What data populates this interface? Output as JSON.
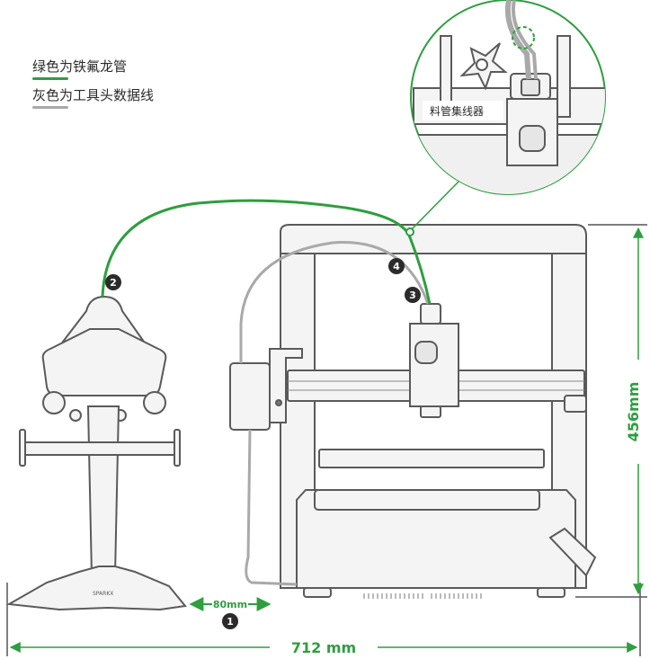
{
  "legend": {
    "items": [
      {
        "label": "绿色为铁氟龙管",
        "color": "#2e9e3f"
      },
      {
        "label": "灰色为工具头数据线",
        "color": "#a9a9a9"
      }
    ]
  },
  "callout": {
    "label": "料管集线器"
  },
  "dimensions": {
    "width_total": "712 mm",
    "height": "456mm",
    "gap": "80mm"
  },
  "markers": {
    "m1": "1",
    "m2": "2",
    "m3": "3",
    "m4": "4"
  },
  "spool_holder": {
    "brand": "SPARKX"
  },
  "colors": {
    "ptfe": "#2e9e3f",
    "cable": "#a9a9a9",
    "frame": "#555555",
    "dimension": "#2e9e3f"
  }
}
